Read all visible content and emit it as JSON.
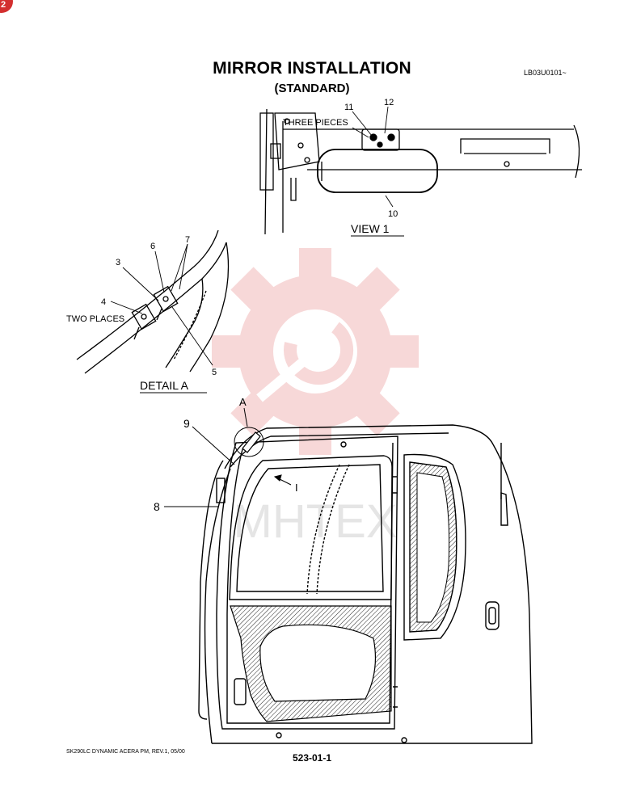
{
  "page": {
    "badge_number": "2",
    "title": "MIRROR INSTALLATION",
    "subtitle": "(STANDARD)",
    "serial_range": "LB03U0101~",
    "footer_left": "SK290LC DYNAMIC ACERA PM, REV.1, 05/00",
    "footer_center": "523-01-1",
    "watermark_text": "MHTEX"
  },
  "view1": {
    "caption": "VIEW   1",
    "note": "THREE PIECES",
    "callouts": [
      "11",
      "12",
      "10"
    ]
  },
  "detailA": {
    "caption": "DETAIL   A",
    "note": "TWO PLACES",
    "callouts": [
      "3",
      "6",
      "7",
      "4",
      "5"
    ]
  },
  "cab": {
    "detail_marker": "A",
    "view_marker": "I",
    "callouts": [
      "9",
      "8"
    ]
  },
  "colors": {
    "badge": "#d32f2f",
    "watermark": "#f2b9b9",
    "ink": "#000000"
  }
}
